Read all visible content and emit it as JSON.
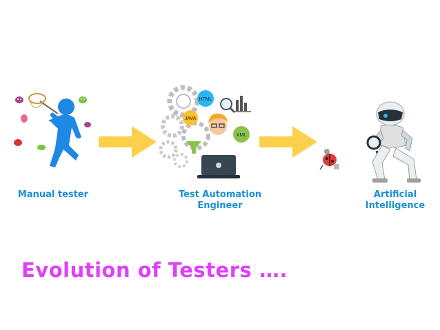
{
  "stages": [
    {
      "label_line1": "Manual tester",
      "label_line2": ""
    },
    {
      "label_line1": "Test Automation",
      "label_line2": "Engineer"
    },
    {
      "label_line1": "Artificial",
      "label_line2": "Intelligence"
    }
  ],
  "icons": {
    "gear_bubbles": [
      "HTML",
      "JAVA",
      "XML"
    ]
  },
  "title": "Evolution of Testers ….",
  "colors": {
    "label_blue": "#1a8fd6",
    "arrow_yellow": "#fdd04b",
    "title_magenta": "#e040fb",
    "figure_blue": "#1e88e5"
  }
}
